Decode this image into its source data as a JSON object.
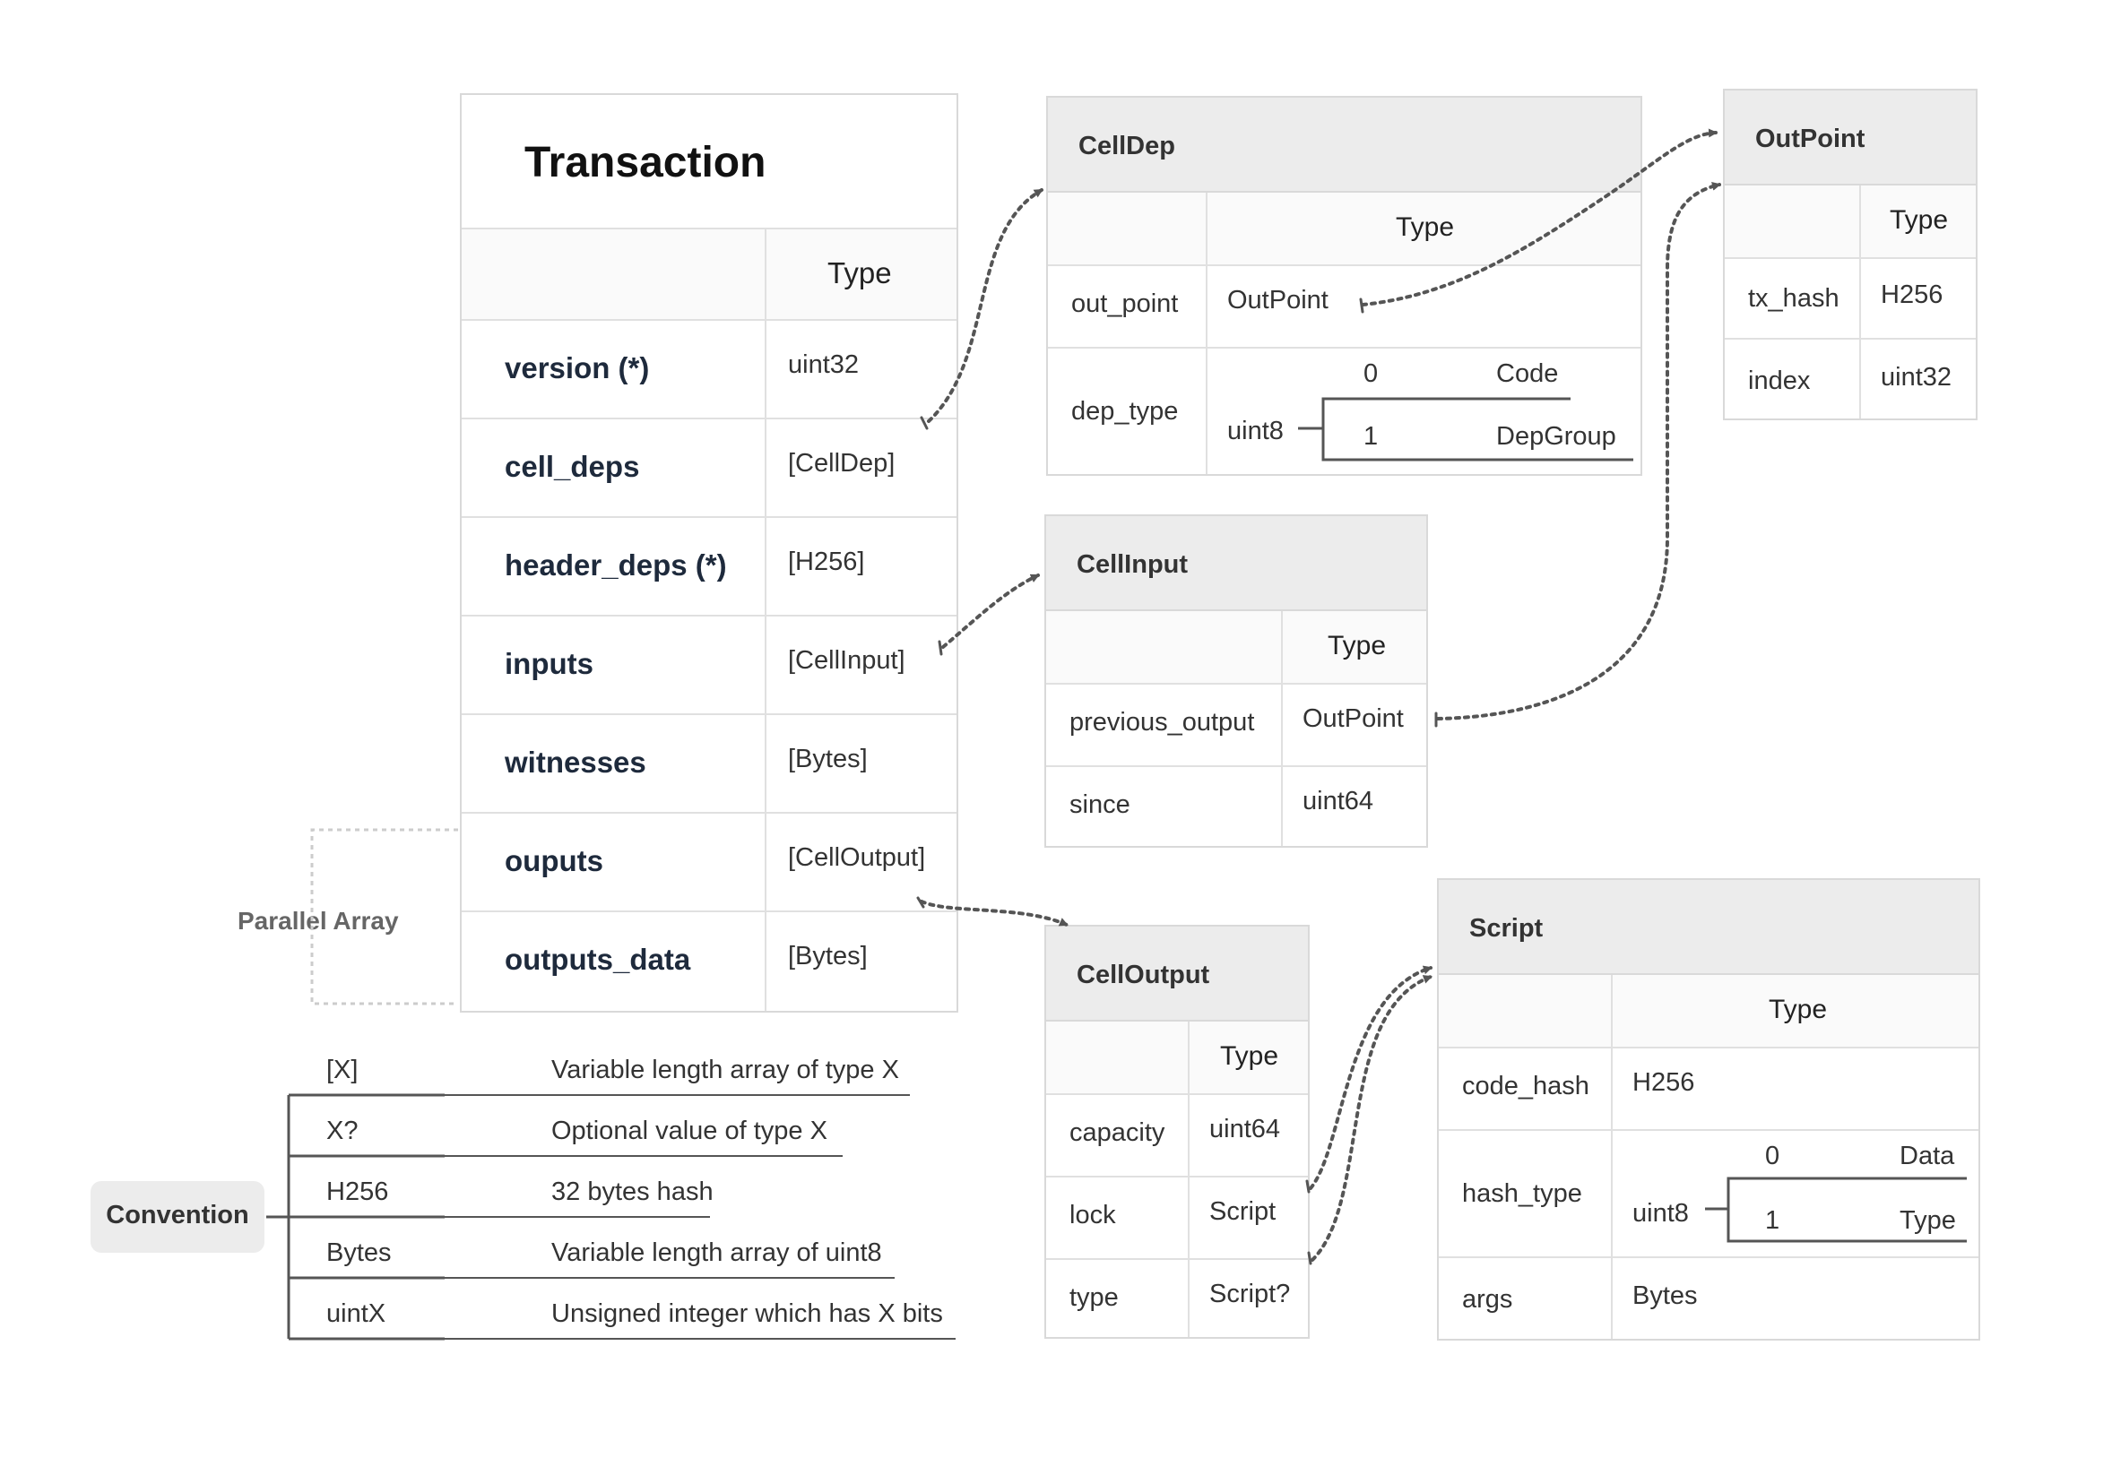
{
  "transaction": {
    "title": "Transaction",
    "type_header": "Type",
    "rows": [
      {
        "field": "version (*)",
        "type": "uint32"
      },
      {
        "field": "cell_deps",
        "type": "[CellDep]"
      },
      {
        "field": "header_deps (*)",
        "type": "[H256]"
      },
      {
        "field": "inputs",
        "type": "[CellInput]"
      },
      {
        "field": "witnesses",
        "type": "[Bytes]"
      },
      {
        "field": "ouputs",
        "type": "[CellOutput]"
      },
      {
        "field": "outputs_data",
        "type": "[Bytes]"
      }
    ]
  },
  "parallel_array_label": "Parallel Array",
  "cell_dep": {
    "title": "CellDep",
    "type_header": "Type",
    "rows": [
      {
        "field": "out_point",
        "type": "OutPoint"
      },
      {
        "field": "dep_type",
        "type": "uint8",
        "enum": [
          {
            "value": "0",
            "name": "Code"
          },
          {
            "value": "1",
            "name": "DepGroup"
          }
        ]
      }
    ]
  },
  "out_point": {
    "title": "OutPoint",
    "type_header": "Type",
    "rows": [
      {
        "field": "tx_hash",
        "type": "H256"
      },
      {
        "field": "index",
        "type": "uint32"
      }
    ]
  },
  "cell_input": {
    "title": "CellInput",
    "type_header": "Type",
    "rows": [
      {
        "field": "previous_output",
        "type": "OutPoint"
      },
      {
        "field": "since",
        "type": "uint64"
      }
    ]
  },
  "cell_output": {
    "title": "CellOutput",
    "type_header": "Type",
    "rows": [
      {
        "field": "capacity",
        "type": "uint64"
      },
      {
        "field": "lock",
        "type": "Script"
      },
      {
        "field": "type",
        "type": "Script?"
      }
    ]
  },
  "script": {
    "title": "Script",
    "type_header": "Type",
    "rows": [
      {
        "field": "code_hash",
        "type": "H256"
      },
      {
        "field": "hash_type",
        "type": "uint8",
        "enum": [
          {
            "value": "0",
            "name": "Data"
          },
          {
            "value": "1",
            "name": "Type"
          }
        ]
      },
      {
        "field": "args",
        "type": "Bytes"
      }
    ]
  },
  "convention": {
    "label": "Convention",
    "items": [
      {
        "key": "[X]",
        "desc": "Variable length array of type X"
      },
      {
        "key": "X?",
        "desc": "Optional value of type X"
      },
      {
        "key": "H256",
        "desc": "32 bytes hash"
      },
      {
        "key": "Bytes",
        "desc": "Variable length array of uint8"
      },
      {
        "key": "uintX",
        "desc": "Unsigned integer which has X bits"
      }
    ]
  },
  "colors": {
    "header_bg": "#ececec",
    "border": "#d9d9d9",
    "arrow": "#555555",
    "bracket": "#555555",
    "parallel_box": "#cccccc",
    "title_text": "#1e2a3c"
  }
}
